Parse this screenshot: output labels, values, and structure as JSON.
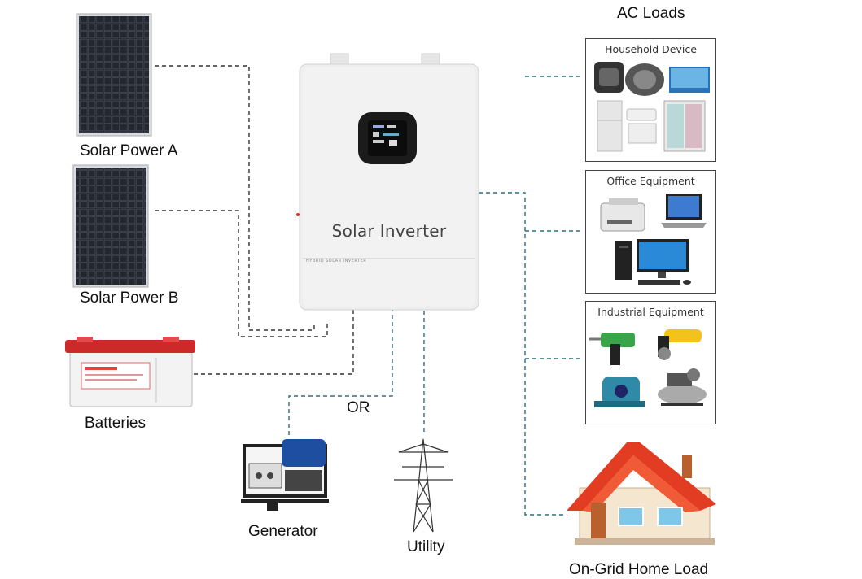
{
  "header": {
    "ac_loads": "AC Loads"
  },
  "inverter": {
    "title": "Solar Inverter",
    "model_text": "HYBRID SOLAR INVERTER"
  },
  "sources": {
    "solar_a": "Solar Power A",
    "solar_b": "Solar Power B",
    "batteries": "Batteries",
    "generator": "Generator",
    "utility": "Utility",
    "or": "OR"
  },
  "loads": {
    "household": "Household Device",
    "office": "Office Equipment",
    "industrial": "Industrial Equipment",
    "home": "On-Grid Home Load"
  },
  "colors": {
    "line_dark": "#333333",
    "line_teal": "#2f6f80"
  }
}
